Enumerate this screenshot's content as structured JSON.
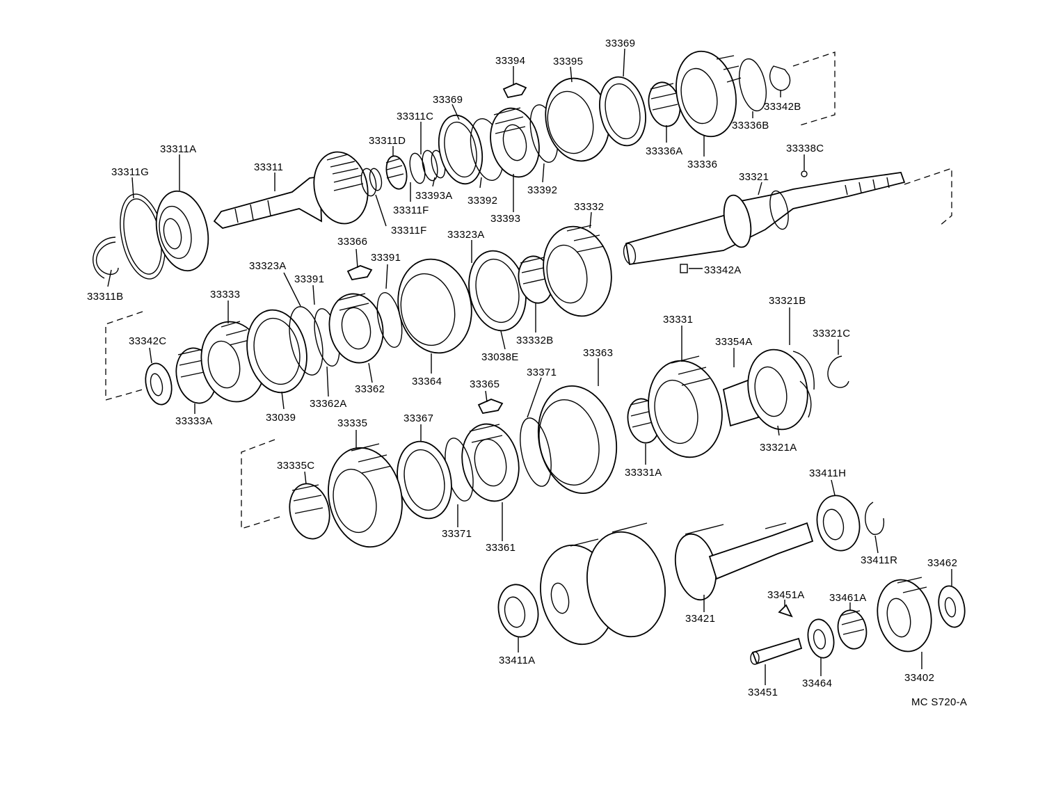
{
  "diagram": {
    "code": "MC S720-A",
    "labels": {
      "l33369a": "33369",
      "l33394": "33394",
      "l33395": "33395",
      "l33369b": "33369",
      "l33311C": "33311C",
      "l33311D": "33311D",
      "l33311A": "33311A",
      "l33311G": "33311G",
      "l33311": "33311",
      "l33393A": "33393A",
      "l33311Fa": "33311F",
      "l33311Fb": "33311F",
      "l33392a": "33392",
      "l33393": "33393",
      "l33392b": "33392",
      "l33336A": "33336A",
      "l33336": "33336",
      "l33336B": "33336B",
      "l33342B": "33342B",
      "l33338C": "33338C",
      "l33321": "33321",
      "l33342A": "33342A",
      "l33311B": "33311B",
      "l33366": "33366",
      "l33323Aa": "33323A",
      "l33391a": "33391",
      "l33323Ab": "33323A",
      "l33391b": "33391",
      "l33333": "33333",
      "l33332": "33332",
      "l33332B": "33332B",
      "l33038E": "33038E",
      "l33342C": "33342C",
      "l33333A": "33333A",
      "l33039": "33039",
      "l33362A": "33362A",
      "l33362": "33362",
      "l33364": "33364",
      "l33331": "33331",
      "l33354A": "33354A",
      "l33321B": "33321B",
      "l33321C": "33321C",
      "l33363": "33363",
      "l33365": "33365",
      "l33371a": "33371",
      "l33321A": "33321A",
      "l33335": "33335",
      "l33367": "33367",
      "l33335C": "33335C",
      "l33331A": "33331A",
      "l33411H": "33411H",
      "l33371b": "33371",
      "l33361": "33361",
      "l33411R": "33411R",
      "l33462": "33462",
      "l33451A": "33451A",
      "l33461A": "33461A",
      "l33421": "33421",
      "l33411A": "33411A",
      "l33464": "33464",
      "l33402": "33402",
      "l33451": "33451"
    }
  }
}
